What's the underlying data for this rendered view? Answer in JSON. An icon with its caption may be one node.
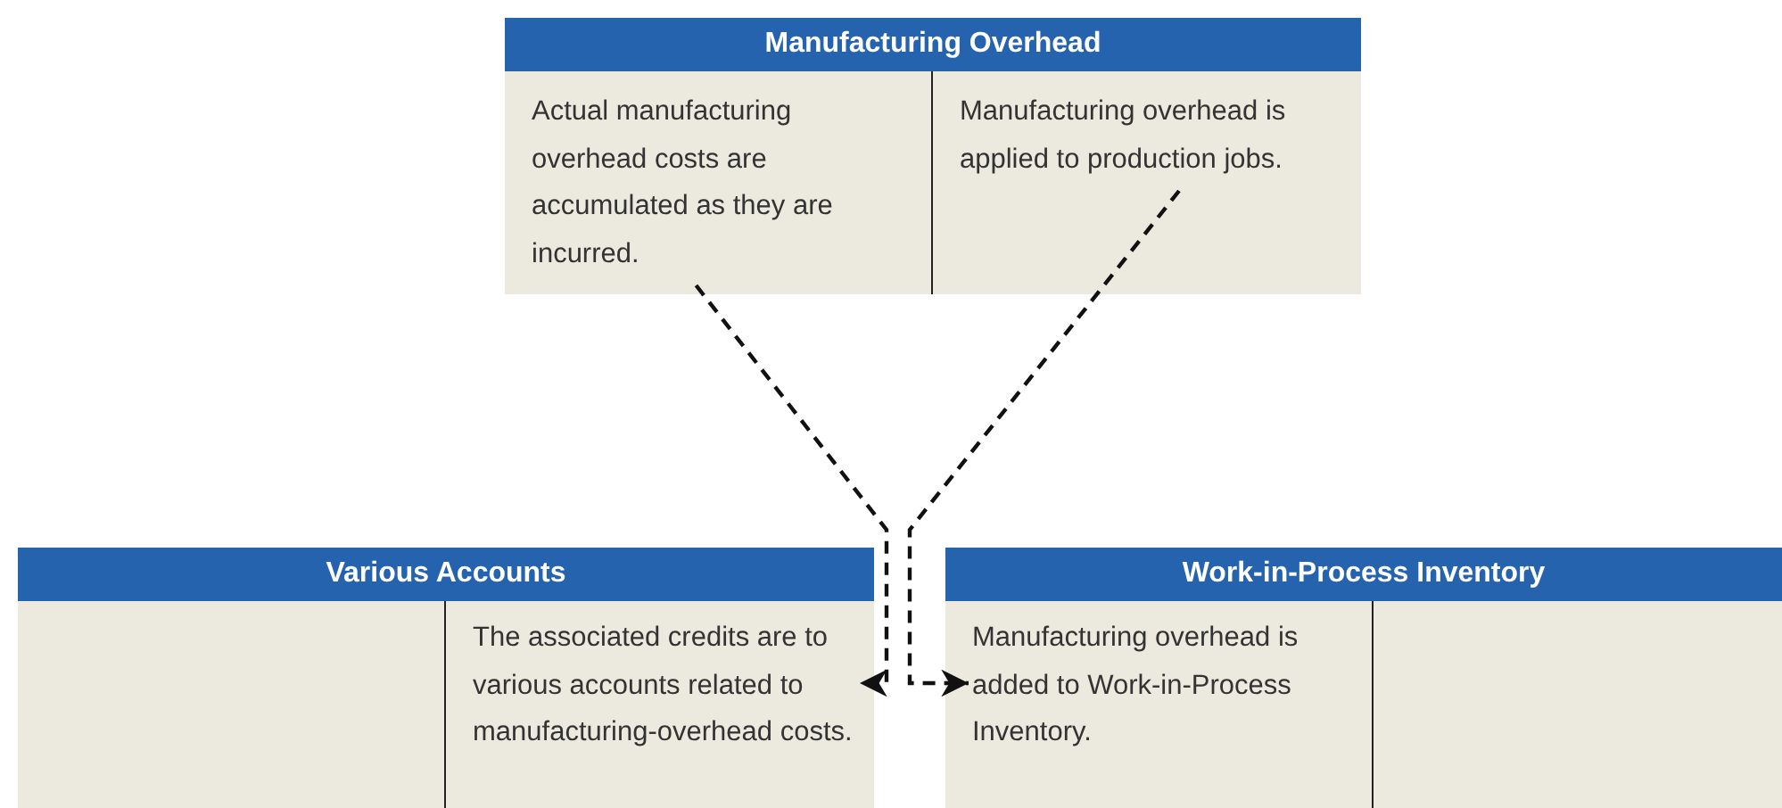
{
  "diagram": {
    "nodes": [
      {
        "text": [
          "Manufacturing Overhead"
        ]
      },
      {
        "text": [
          "Actual manufacturing overhead costs are accumulated as they are incurred."
        ],
        "in": 0
      },
      {
        "text": [
          "Manufacturing overhead is applied to production jobs."
        ],
        "in": 0
      },
      {
        "text": [
          "Various Accounts"
        ]
      },
      {
        "text": [
          "The associated credits are to various accounts related to manufacturing-overhead costs."
        ],
        "in": 3
      },
      {
        "text": [
          "Work-in-Process Inventory"
        ]
      },
      {
        "text": [
          "Manufacturing overhead is added to Work-in-Process Inventory."
        ],
        "in": 5
      }
    ],
    "edges": [
      {
        "from": 1,
        "to": 4,
        "arrow": "to",
        "style": "dashed"
      },
      {
        "from": 2,
        "to": 6,
        "arrow": "to",
        "style": "dashed"
      }
    ]
  }
}
